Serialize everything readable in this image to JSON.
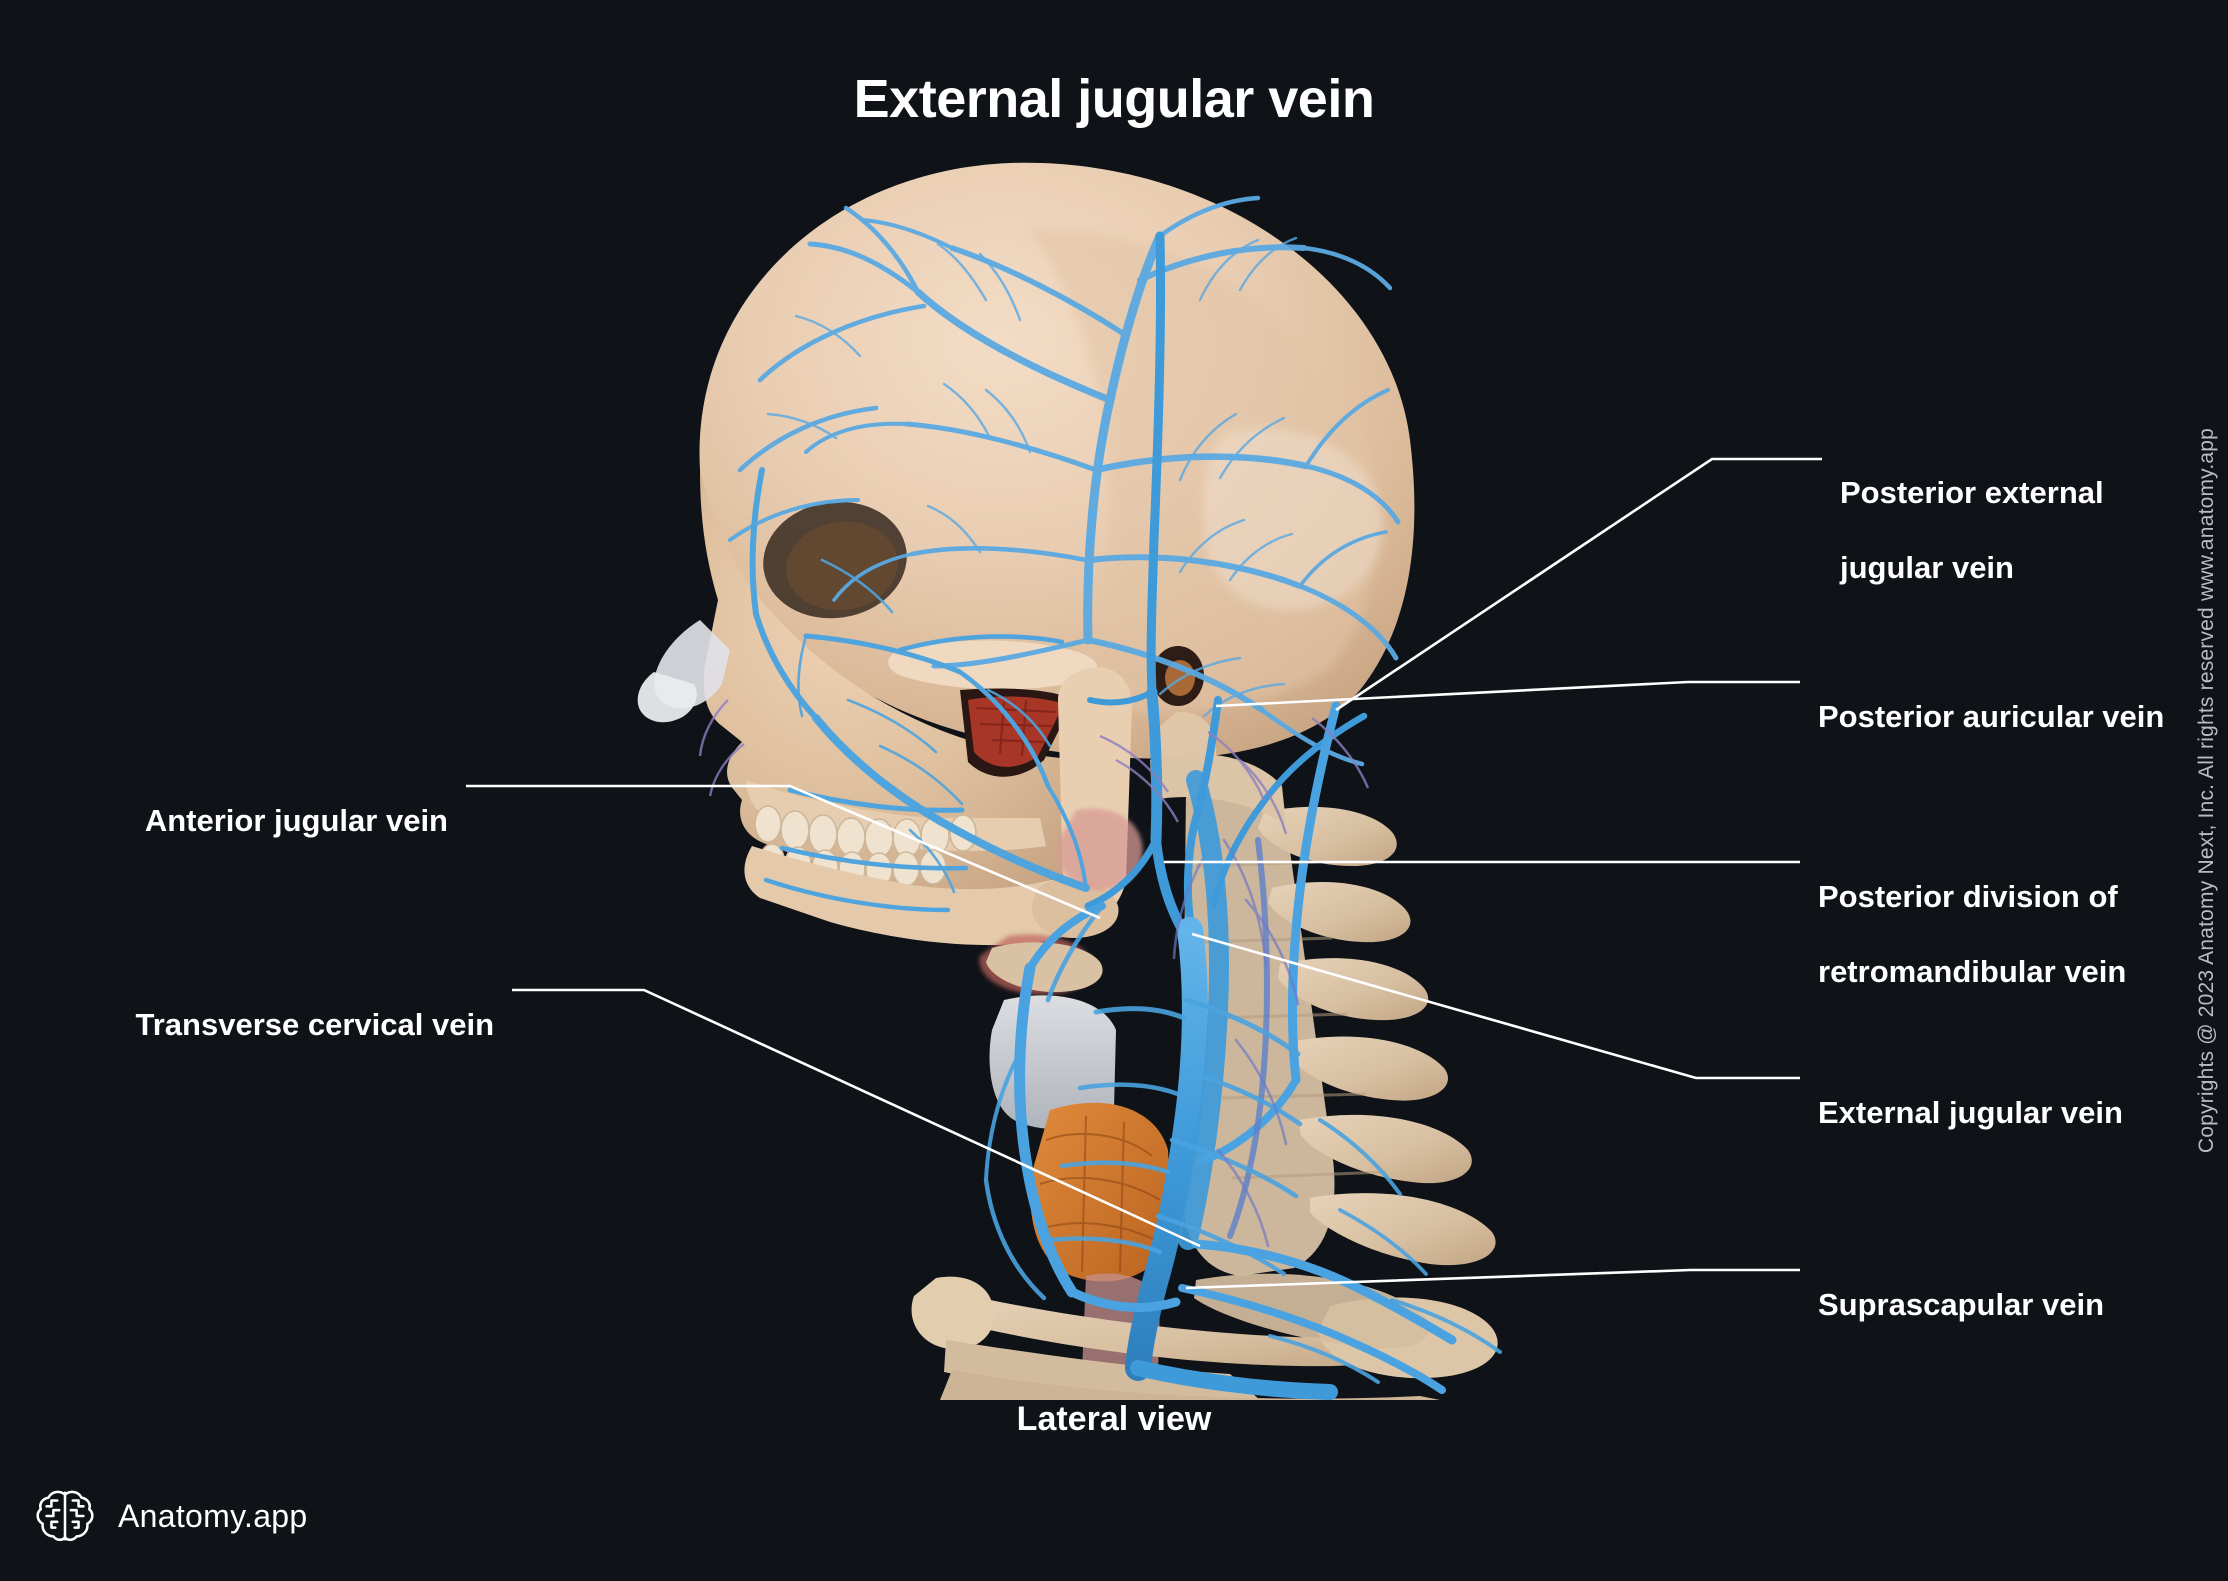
{
  "page": {
    "title": "External jugular vein",
    "caption": "Lateral view",
    "background_color": "#0f1318",
    "text_color": "#ffffff",
    "vein_color": "#4aa3e0",
    "bone_color": "#e3c9ad"
  },
  "brand": {
    "name": "Anatomy.app",
    "icon": "brain-icon"
  },
  "copyright": {
    "text": "Copyrights @ 2023 Anatomy Next, Inc. All rights reserved www.anatomy.app"
  },
  "labels": {
    "right": [
      {
        "id": "posterior-external-jugular-vein",
        "line1": "Posterior external",
        "line2": "jugular vein"
      },
      {
        "id": "posterior-auricular-vein",
        "line1": "Posterior auricular vein",
        "line2": ""
      },
      {
        "id": "posterior-division-of-retromandibular-vein",
        "line1": "Posterior division of",
        "line2": "retromandibular vein"
      },
      {
        "id": "external-jugular-vein",
        "line1": "External jugular vein",
        "line2": ""
      },
      {
        "id": "suprascapular-vein",
        "line1": "Suprascapular vein",
        "line2": ""
      }
    ],
    "left": [
      {
        "id": "anterior-jugular-vein",
        "line1": "Anterior jugular vein",
        "line2": ""
      },
      {
        "id": "transverse-cervical-vein",
        "line1": "Transverse cervical vein",
        "line2": ""
      }
    ]
  },
  "chart_data": {
    "type": "diagram",
    "title": "External jugular vein",
    "subtitle": "Lateral view",
    "structures": [
      "Posterior external jugular vein",
      "Posterior auricular vein",
      "Posterior division of retromandibular vein",
      "External jugular vein",
      "Suprascapular vein",
      "Anterior jugular vein",
      "Transverse cervical vein"
    ]
  }
}
